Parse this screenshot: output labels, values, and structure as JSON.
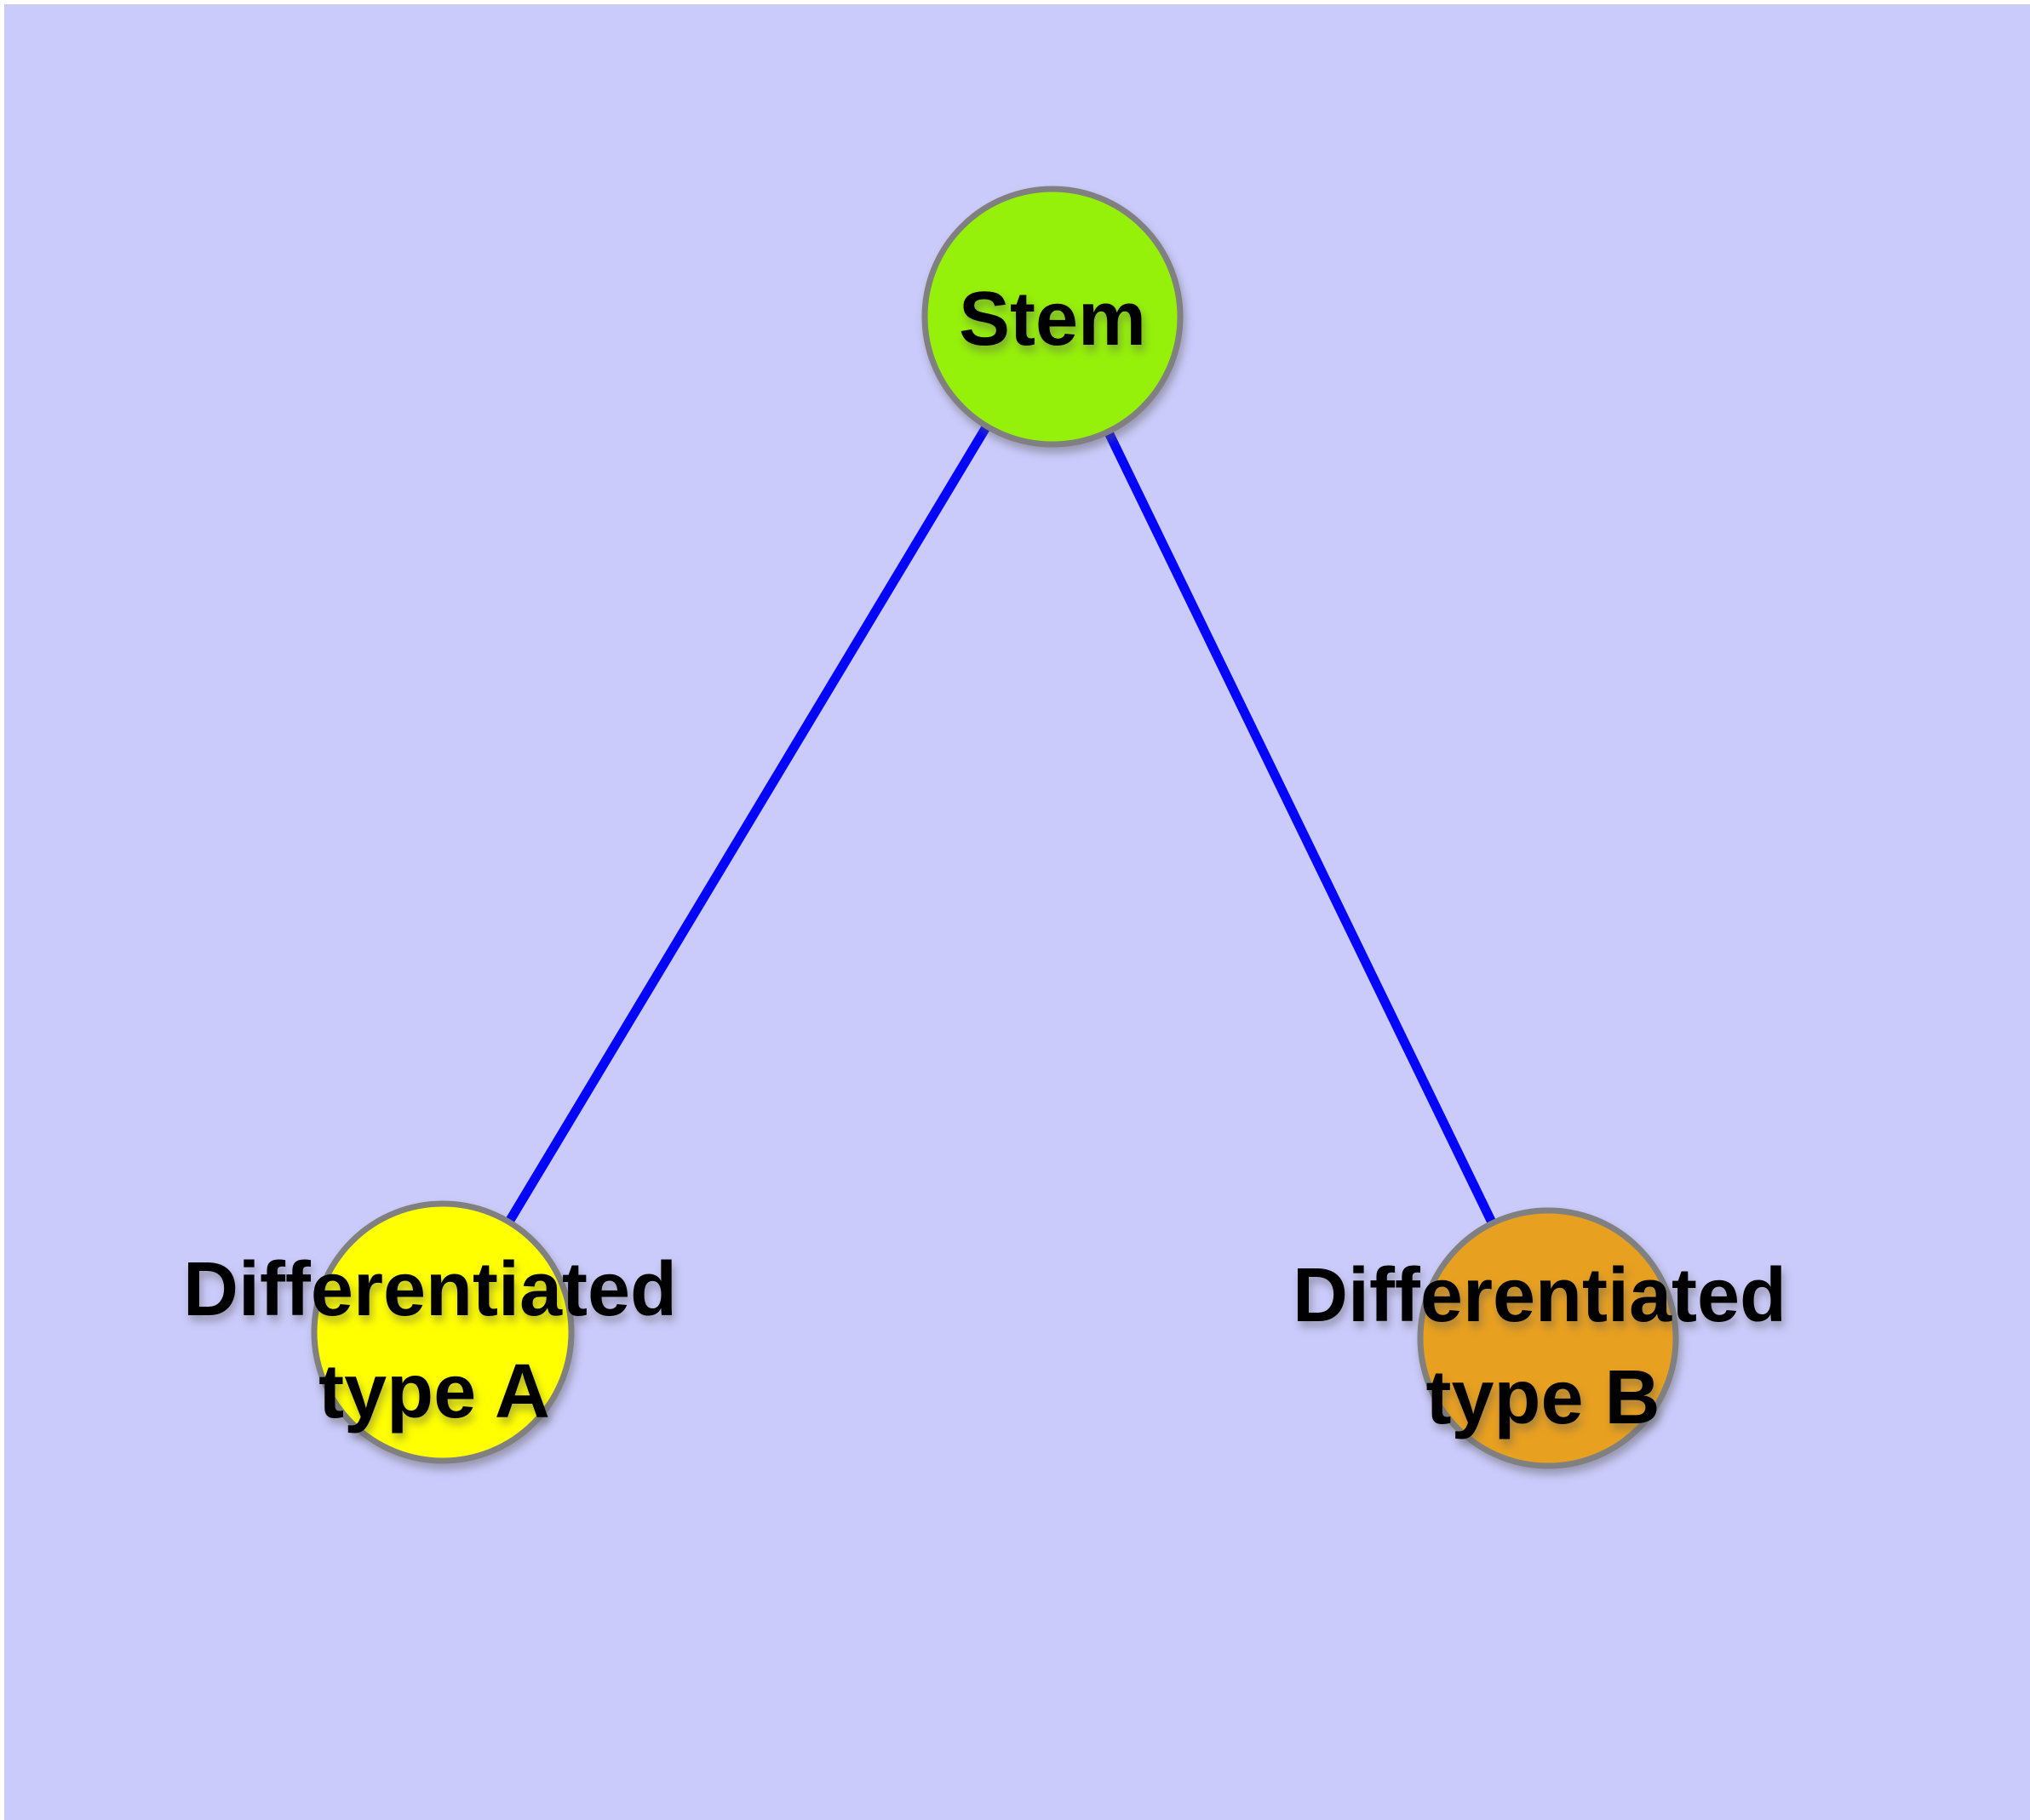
{
  "diagram": {
    "title": "stem-cell-differentiation-graph",
    "background_color": "#CBCBFB",
    "page_border_color": "#FFFFFF",
    "edge_color": "#0505FA",
    "node_border_color": "#808080",
    "label_color": "#000000",
    "nodes": {
      "stem": {
        "label": "Stem",
        "fill_color": "#95F00A"
      },
      "type_a": {
        "label_line1": "Differentiated",
        "label_line2": "type A",
        "fill_color": "#FFFF00"
      },
      "type_b": {
        "label_line1": "Differentiated",
        "label_line2": "type B",
        "fill_color": "#E8A020"
      }
    },
    "edges": [
      {
        "from": "Stem",
        "to": "Differentiated type A"
      },
      {
        "from": "Stem",
        "to": "Differentiated type B"
      }
    ]
  }
}
